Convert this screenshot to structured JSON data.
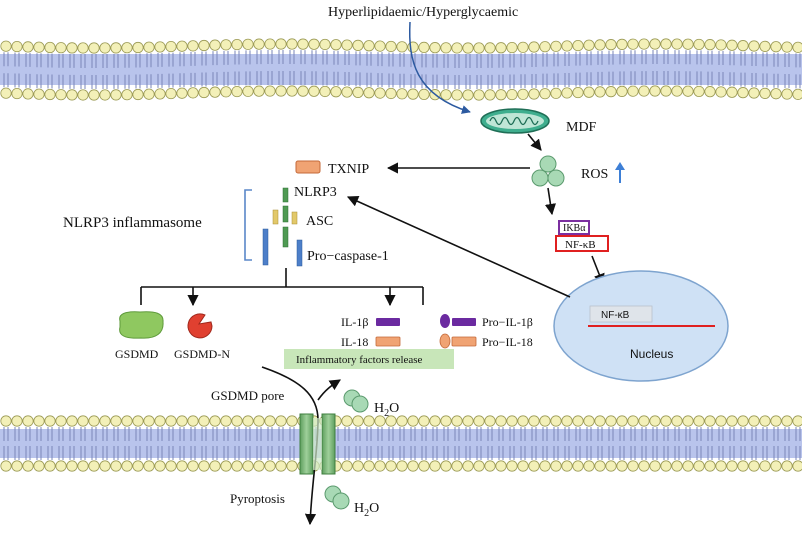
{
  "labels": {
    "stimulus": "Hyperlipidaemic/Hyperglycaemic",
    "mdf": "MDF",
    "ros": "ROS",
    "txnip": "TXNIP",
    "nlrp3": "NLRP3",
    "asc": "ASC",
    "pro_caspase": "Pro−caspase-1",
    "inflammasome": "NLRP3 inflammasome",
    "ikba": "IKBα",
    "nfkb": "NF-κB",
    "nfkb_nucleus": "NF-κB",
    "nucleus": "Nucleus",
    "gsdmd": "GSDMD",
    "gsdmd_n": "GSDMD-N",
    "il1b": "IL-1β",
    "il18": "IL-18",
    "pro_il1b": "Pro−IL-1β",
    "pro_il18": "Pro−IL-18",
    "release": "Inflammatory factors release",
    "pore": "GSDMD pore",
    "water_top": "H2O",
    "water_bottom": "H2O",
    "pyroptosis": "Pyroptosis"
  },
  "colors": {
    "lipid_head": "#f3f0b8",
    "lipid_head_stroke": "#9b9a55",
    "membrane_band": "#b9c4ec",
    "mito": "#3fae8e",
    "ros": "#a8d9b5",
    "txnip": "#f0a373",
    "nlrp3": "#4f9a53",
    "asc": "#e2c86a",
    "caspase": "#4d7fc9",
    "ikba_box": "#7b2fa0",
    "nfkb_box": "#e02020",
    "nucleus": "#cfe1f5",
    "nucleus_line": "#e02020",
    "gsdmd": "#8fc860",
    "gsdmd_n": "#e04030",
    "il1b": "#6b2aa0",
    "il18": "#f0a373",
    "release_box": "#c8e6b9",
    "pore": "#7ab87a",
    "arrow": "#111111",
    "up_arrow": "#3d7fd6"
  }
}
